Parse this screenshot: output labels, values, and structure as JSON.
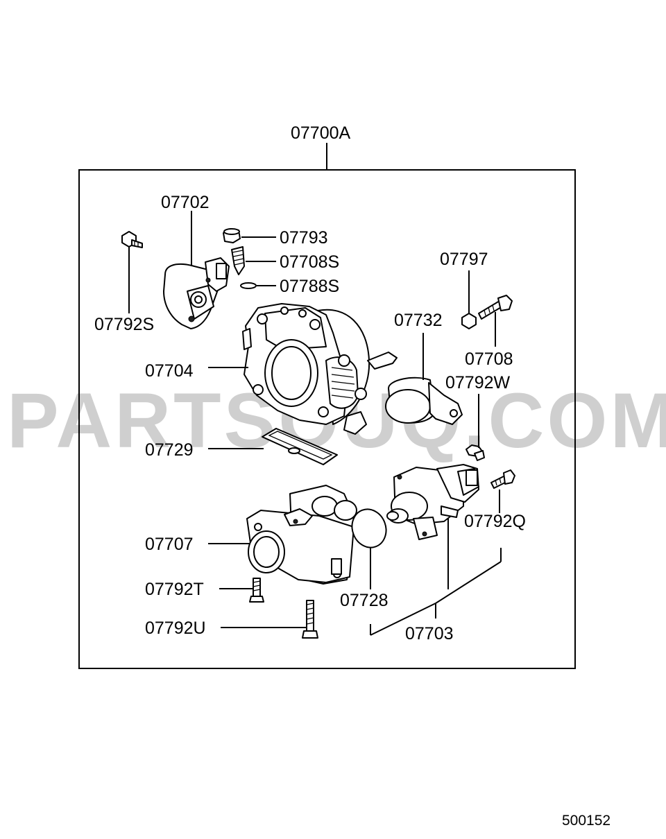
{
  "diagram": {
    "assembly_label": "07700A",
    "watermark": "PARTSOUQ.COM",
    "footer_code": "500152",
    "parts": {
      "tps": "07702",
      "screw_tps": "07792S",
      "plug": "07793",
      "adjust_screw": "07708S",
      "o_ring": "07788S",
      "throttle_body": "07704",
      "dashpot": "07732",
      "nut": "07797",
      "bolt_dashpot": "07708",
      "screw_w": "07792W",
      "gasket": "07729",
      "lower_body": "07707",
      "screw_t": "07792T",
      "screw_u": "07792U",
      "o_ring_isc": "07728",
      "isc_assy": "07703",
      "screw_q": "07792Q"
    }
  }
}
